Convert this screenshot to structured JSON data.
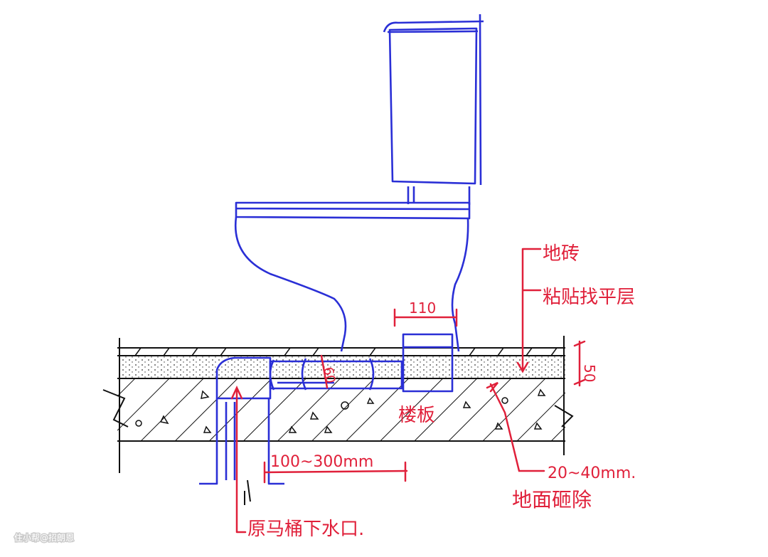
{
  "labels": {
    "floor_tile": "地砖",
    "leveling_layer": "粘贴找平层",
    "flange_width": "110",
    "tile_thickness": "50",
    "pipe_height": "60",
    "floor_slab": "楼板",
    "offset_range": "100~300mm",
    "demolish_depth": "20~40mm.",
    "floor_demolish": "地面砸除",
    "original_drain": "原马桶下水口."
  },
  "watermark": "住小帮@招朗恩",
  "colors": {
    "annotation": "#e0203a",
    "toilet": "#2a2fd6",
    "structure": "#111111"
  }
}
